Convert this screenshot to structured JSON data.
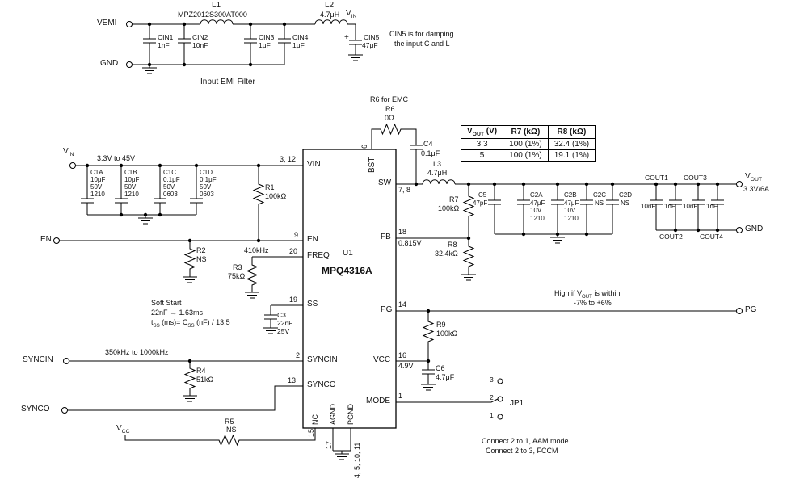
{
  "emi": {
    "vemi_label": "VEMI",
    "gnd_label": "GND",
    "l1_ref": "L1",
    "l1_value": "MPZ2012S300AT000",
    "l2_ref": "L2",
    "l2_value": "4.7μH",
    "vin": [
      "V",
      "IN"
    ],
    "cin1_ref": "CIN1",
    "cin1_value": "1nF",
    "cin2_ref": "CIN2",
    "cin2_value": "10nF",
    "cin3_ref": "CIN3",
    "cin3_value": "1μF",
    "cin4_ref": "CIN4",
    "cin4_value": "1μF",
    "cin5_plus": "+",
    "cin5_ref": "CIN5",
    "cin5_value": "47μF",
    "note_line1": "CIN5 is for damping",
    "note_line2": "the input C and L",
    "caption": "Input EMI Filter"
  },
  "input": {
    "vin": [
      "V",
      "IN"
    ],
    "range": "3.3V to 45V",
    "c1a": [
      "C1A",
      "10μF",
      "50V",
      "1210"
    ],
    "c1b": [
      "C1B",
      "10μF",
      "50V",
      "1210"
    ],
    "c1c": [
      "C1C",
      "0.1μF",
      "50V",
      "0603"
    ],
    "c1d": [
      "C1D",
      "0.1μF",
      "50V",
      "0603"
    ],
    "r1": [
      "R1",
      "100kΩ"
    ]
  },
  "ic": {
    "ref": "U1",
    "part": "MPQ4316A",
    "vin": "VIN",
    "vin_num": "3, 12",
    "en": "EN",
    "en_num": "9",
    "freq": "FREQ",
    "freq_num": "20",
    "ss": "SS",
    "ss_num": "19",
    "syncin": "SYNCIN",
    "syncin_num": "2",
    "synco": "SYNCO",
    "synco_num": "13",
    "nc": "NC",
    "nc_num": "15",
    "agnd": "AGND",
    "agnd_num": "17",
    "pgnd": "PGND",
    "pgnd_num": "4, 5, 10, 11",
    "bst": "BST",
    "bst_num": "6",
    "sw": "SW",
    "sw_num": "7, 8",
    "fb": "FB",
    "fb_num": "18",
    "fb_voltage": "0.815V",
    "pg": "PG",
    "pg_num": "14",
    "vcc": "VCC",
    "vcc_num": "16",
    "vcc_voltage": "4.9V",
    "mode": "MODE",
    "mode_num": "1"
  },
  "left": {
    "en_label": "EN",
    "r2": [
      "R2",
      "NS"
    ],
    "freq_value": "410kHz",
    "r3": [
      "R3",
      "75kΩ"
    ],
    "soft_start_title": "Soft Start",
    "soft_start_line2": "22nF → 1.63ms",
    "tss": [
      "t",
      "SS",
      " (ms)= C",
      "SS",
      " (nF) / 13.5"
    ],
    "c3": [
      "C3",
      "22nF",
      "25V"
    ],
    "syncin_label": "SYNCIN",
    "syncin_range": "350kHz to 1000kHz",
    "r4": [
      "R4",
      "51kΩ"
    ],
    "synco_label": "SYNCO",
    "vcc": [
      "V",
      "CC"
    ],
    "r5": [
      "R5",
      "NS"
    ]
  },
  "bst": {
    "note": "R6 for EMC",
    "r6": [
      "R6",
      "0Ω"
    ],
    "c4": [
      "C4",
      "0.1μF"
    ],
    "l3": [
      "L3",
      "4.7μH"
    ]
  },
  "table": {
    "h1": [
      "V",
      "OUT",
      " (V)"
    ],
    "h2": "R7 (kΩ)",
    "h3": "R8 (kΩ)",
    "rows": [
      [
        "3.3",
        "100 (1%)",
        "32.4 (1%)"
      ],
      [
        "5",
        "100 (1%)",
        "19.1 (1%)"
      ]
    ]
  },
  "output": {
    "r7": [
      "R7",
      "100kΩ"
    ],
    "r8": [
      "R8",
      "32.4kΩ"
    ],
    "c5": [
      "C5",
      "47pF"
    ],
    "c2a": [
      "C2A",
      "47μF",
      "10V",
      "1210"
    ],
    "c2b": [
      "C2B",
      "47μF",
      "10V",
      "1210"
    ],
    "c2c": [
      "C2C",
      "NS"
    ],
    "c2d": [
      "C2D",
      "NS"
    ],
    "cout1": "COUT1",
    "cout2": "COUT2",
    "cout3": "COUT3",
    "cout4": "COUT4",
    "cout_values": [
      "10nF",
      "1nF",
      "10nF",
      "1nF"
    ],
    "vout": [
      "V",
      "OUT"
    ],
    "vout_rating": "3.3V/6A",
    "gnd_label": "GND"
  },
  "pg": {
    "terminal": "PG",
    "note1": [
      "High if V",
      "OUT",
      " is within"
    ],
    "note2": "-7% to +6%",
    "r9": [
      "R9",
      "100kΩ"
    ],
    "c6": [
      "C6",
      "4.7μF"
    ]
  },
  "mode": {
    "jp1": "JP1",
    "pin3": "3",
    "pin2": "2",
    "pin1": "1",
    "note1": "Connect 2 to 1, AAM mode",
    "note2": "Connect 2 to 3, FCCM"
  }
}
